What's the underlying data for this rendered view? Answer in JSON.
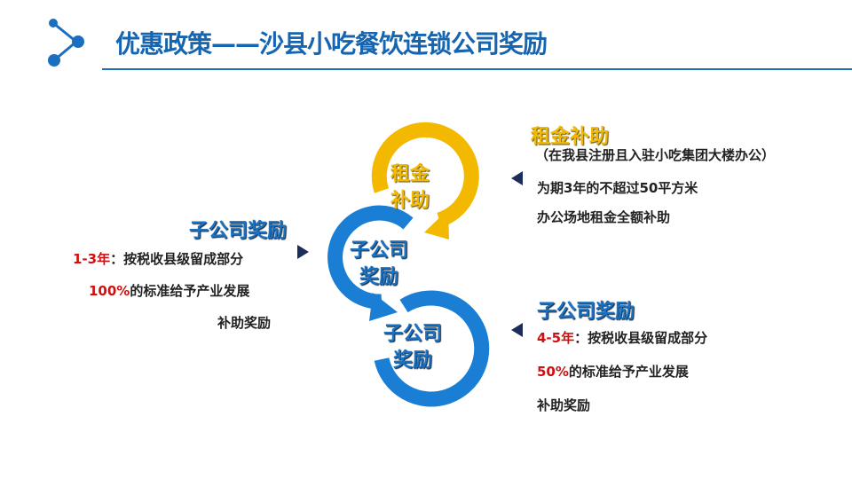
{
  "title": "优惠政策——沙县小吃餐饮连锁公司奖励",
  "diagram": {
    "ring1": [
      "租金",
      "补助"
    ],
    "ring2": [
      "子公司",
      "奖励"
    ],
    "ring3": [
      "子公司",
      "奖励"
    ]
  },
  "left": {
    "heading": "子公司奖励",
    "line1_highlight": "1-3年",
    "line1_rest": "：按税收县级留成部分",
    "line2_highlight": "100%",
    "line2_rest": "的标准给予产业发展",
    "line3": "补助奖励"
  },
  "right_top": {
    "heading": "租金补助",
    "note": "（在我县注册且入驻小吃集团大楼办公）",
    "line1": "为期3年的不超过50平方米",
    "line2": "办公场地租金全额补助"
  },
  "right_bottom": {
    "heading": "子公司奖励",
    "line1_highlight": "4-5年",
    "line1_rest": "：按税收县级留成部分",
    "line2_highlight": "50%",
    "line2_rest": "的标准给予产业发展",
    "line3": "补助奖励"
  },
  "colors": {
    "blue": "#1a72c4",
    "gold": "#f3b800",
    "red": "#d01010"
  }
}
